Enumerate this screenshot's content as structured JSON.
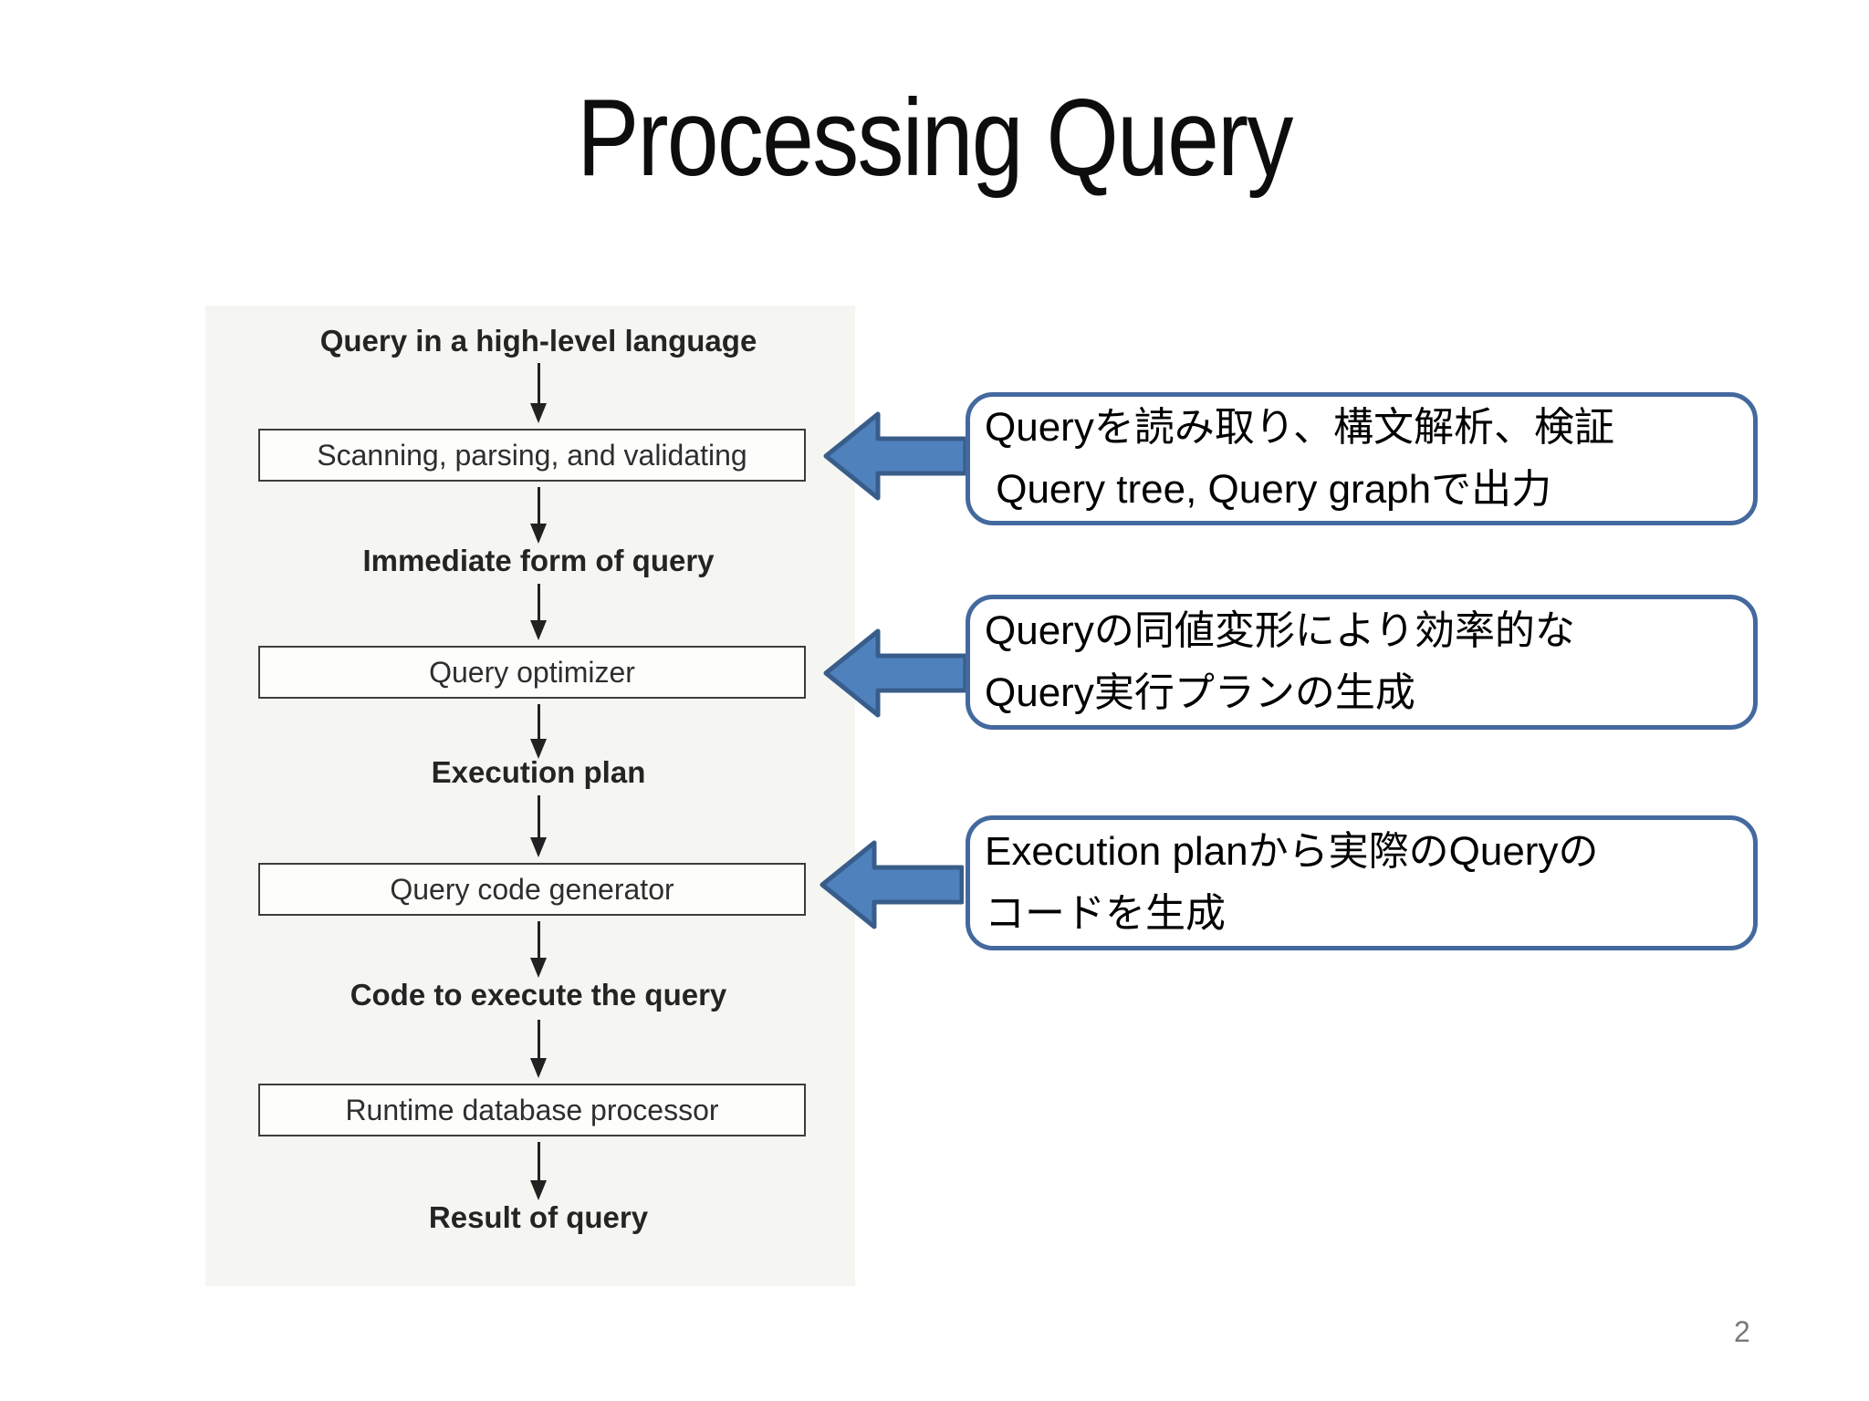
{
  "slide": {
    "title": "Processing Query",
    "page_number": "2"
  },
  "flowchart": {
    "nodes": [
      {
        "type": "label",
        "text": "Query in a high-level language"
      },
      {
        "type": "box",
        "text": "Scanning, parsing, and validating"
      },
      {
        "type": "label",
        "text": "Immediate form of query"
      },
      {
        "type": "box",
        "text": "Query optimizer"
      },
      {
        "type": "label",
        "text": "Execution plan"
      },
      {
        "type": "box",
        "text": "Query code generator"
      },
      {
        "type": "label",
        "text": "Code to execute the query"
      },
      {
        "type": "box",
        "text": "Runtime database processor"
      },
      {
        "type": "label",
        "text": "Result of query"
      }
    ]
  },
  "callouts": [
    {
      "line1": "Queryを読み取り、構文解析、検証",
      "line2": " Query tree, Query graphで出力",
      "points_to": "Scanning, parsing, and validating"
    },
    {
      "line1": "Queryの同値変形により効率的な",
      "line2": "Query実行プランの生成",
      "points_to": "Query optimizer"
    },
    {
      "line1": "Execution planから実際のQueryの",
      "line2": "コードを生成",
      "points_to": "Query code generator"
    }
  ],
  "colors": {
    "arrow_fill": "#4F81BD",
    "arrow_stroke": "#385D8A",
    "callout_border": "#44699E",
    "flow_ink": "#222222",
    "page_number_color": "#787878"
  }
}
